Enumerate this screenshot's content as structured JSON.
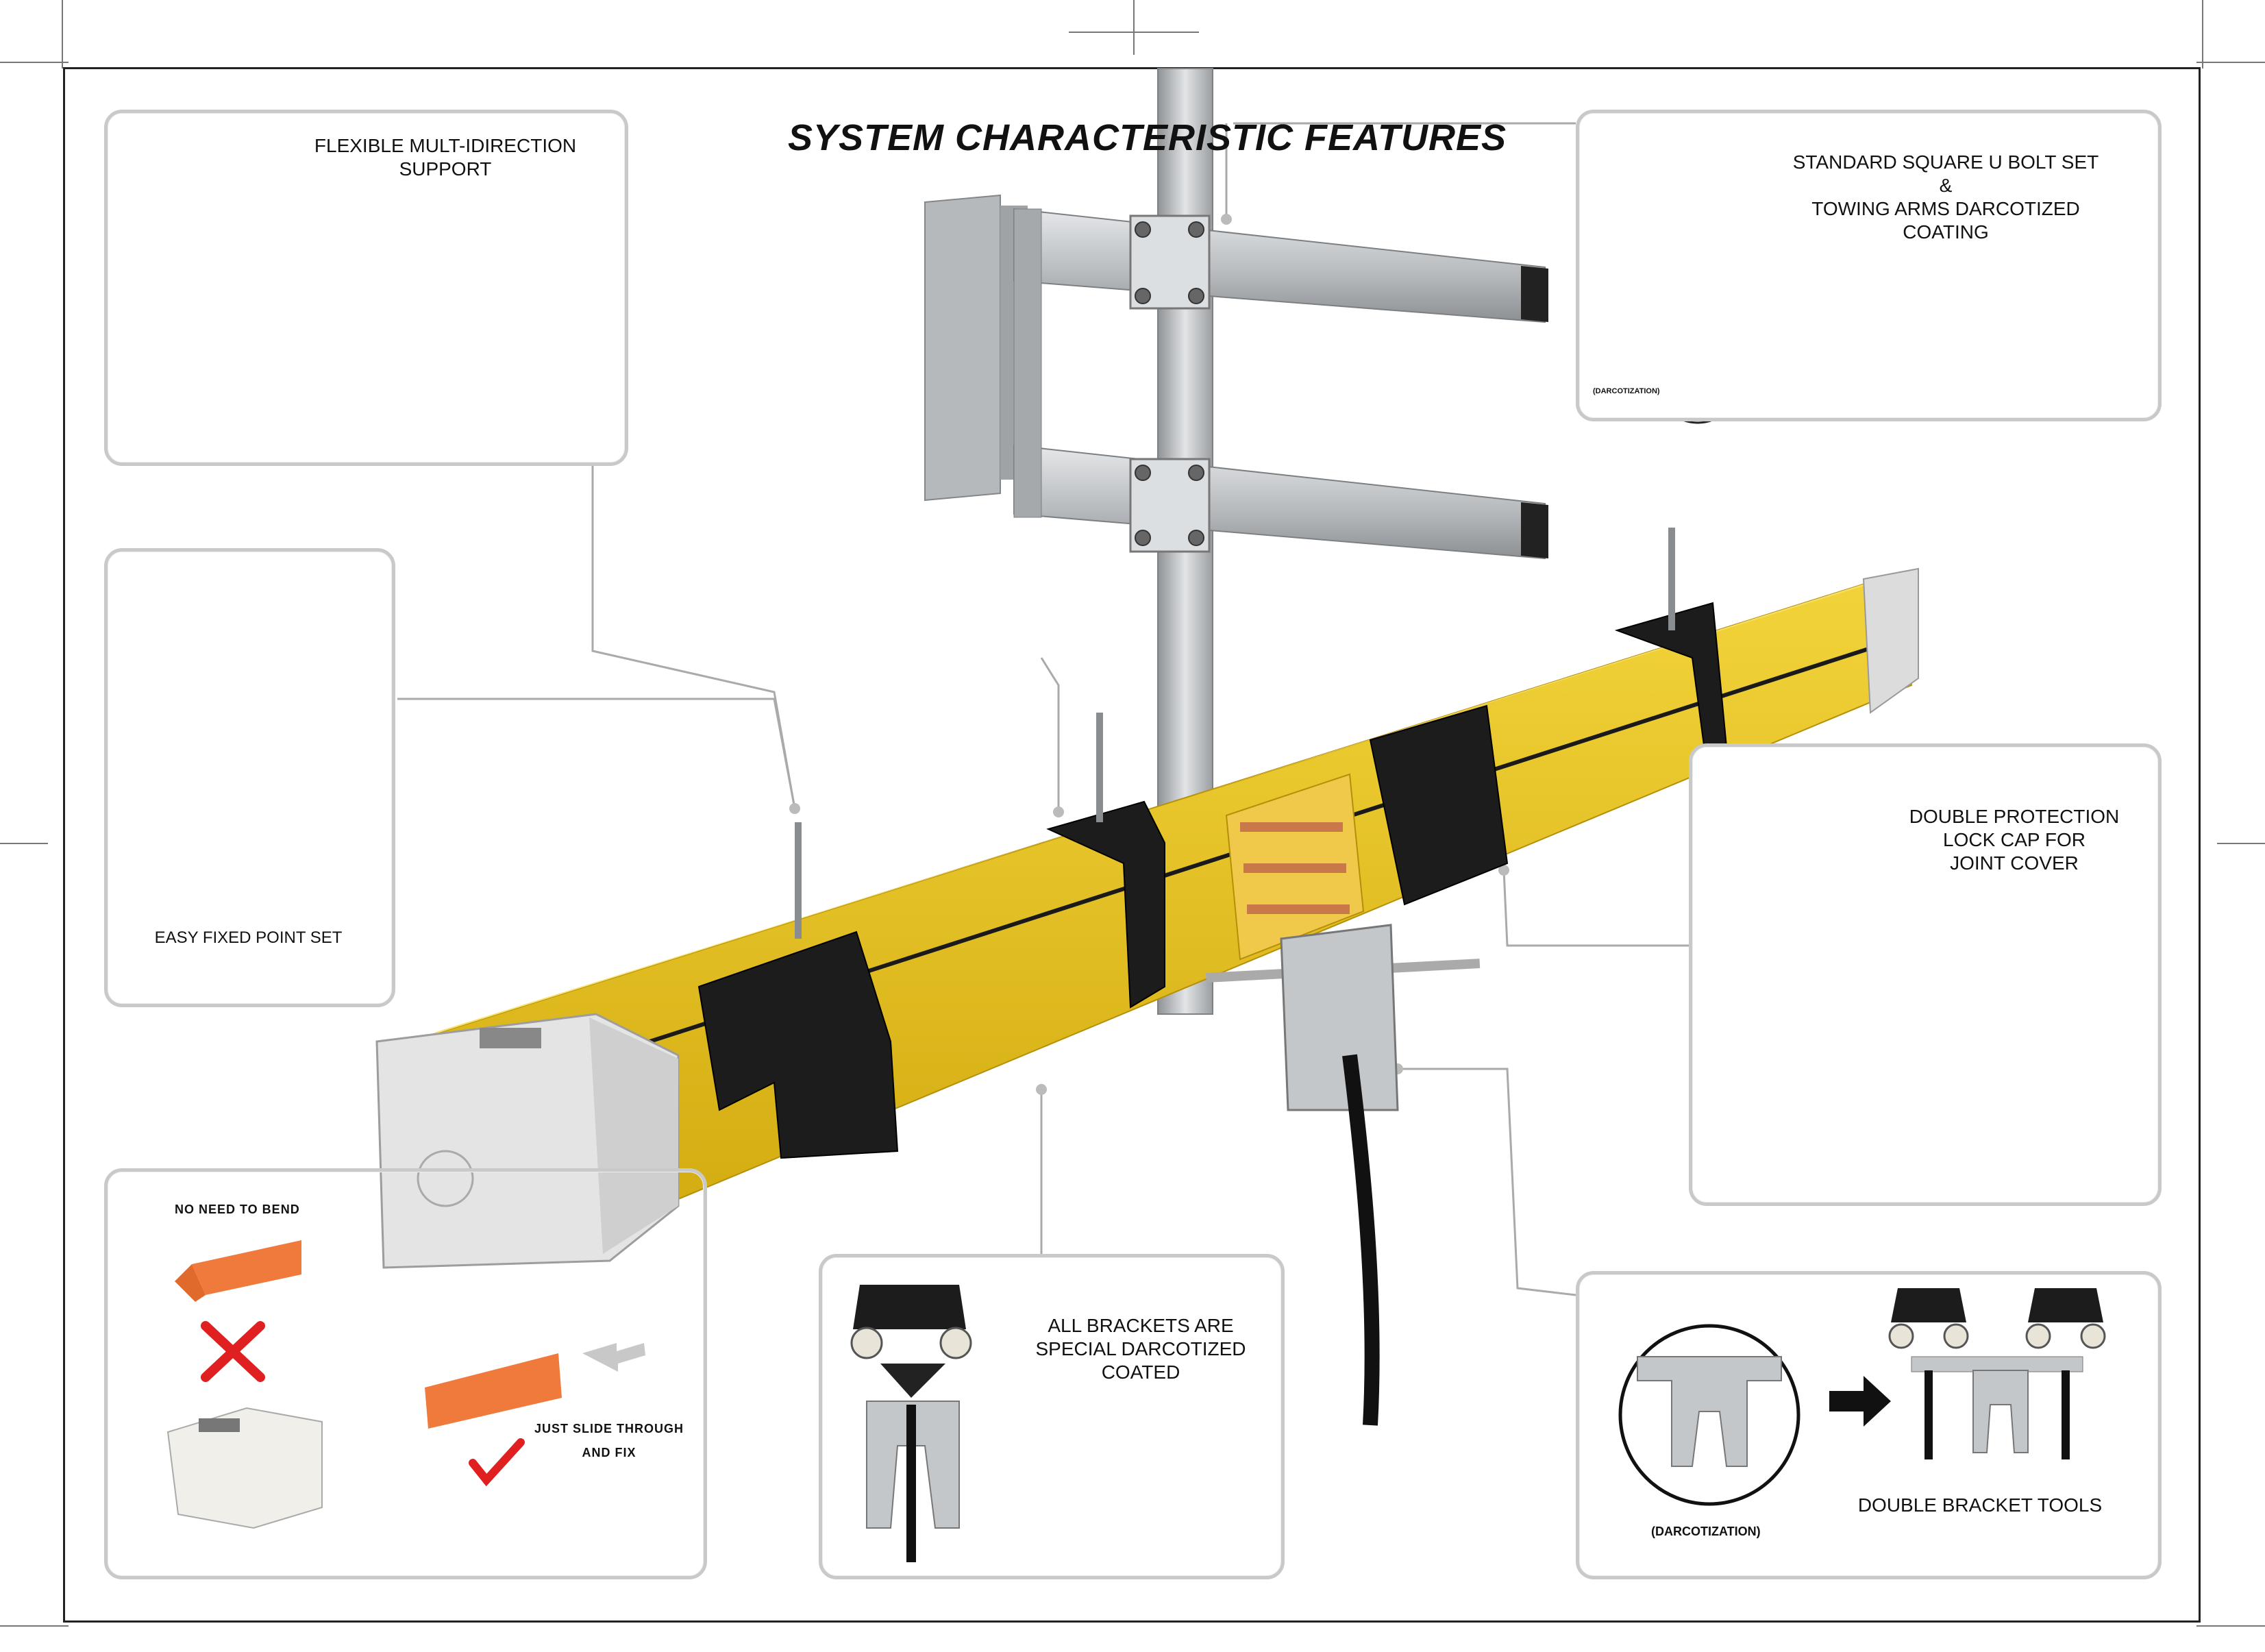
{
  "title": "SYSTEM CHARACTERISTIC FEATURES",
  "panels": {
    "flexible_support": {
      "line1": "FLEXIBLE MULT-IDIRECTION",
      "line2": "SUPPORT"
    },
    "u_bolt": {
      "line1": "STANDARD SQUARE U BOLT SET",
      "line2": "&",
      "line3": "TOWING ARMS DARCOTIZED",
      "line4": "COATING",
      "tag": "(DARCOTIZATION)"
    },
    "fixed_point": {
      "label": "EASY FIXED POINT SET"
    },
    "protection": {
      "line1": "DOUBLE PROTECTION",
      "line2": "LOCK CAP FOR",
      "line3": "JOINT COVER"
    },
    "end_cap": {
      "no_bend": "NO NEED TO BEND",
      "slide1": "JUST SLIDE THROUGH",
      "slide2": "AND FIX"
    },
    "brackets": {
      "line1": "ALL BRACKETS  ARE",
      "line2": "SPECIAL DARCOTIZED",
      "line3": "COATED"
    },
    "double_bracket": {
      "label": "DOUBLE BRACKET TOOLS",
      "tag": "(DARCOTIZATION)"
    }
  },
  "colors": {
    "rail_yellow": "#e8c51c",
    "bracket_black": "#1c1c1c",
    "steel": "#b9bcbf",
    "panel_border": "#c9c9c9",
    "accent_orange": "#f07a3c",
    "cross_red": "#e02020"
  }
}
